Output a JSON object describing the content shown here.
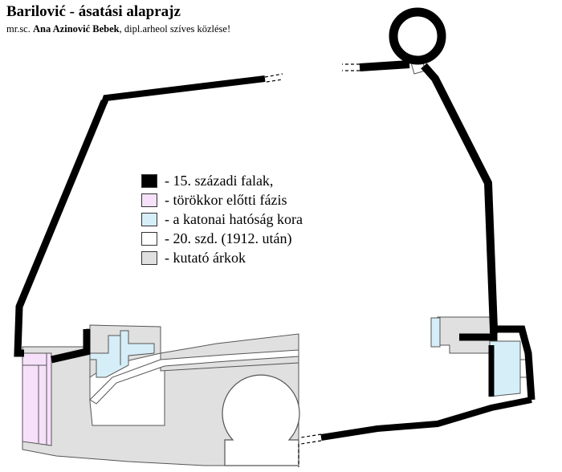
{
  "title": "Barilović - ásatási alaprajz",
  "subtitle": {
    "prefix": "mr.sc. ",
    "author": "Ana Azinović Bebek",
    "suffix": ", dipl.arheol szíves közlése!"
  },
  "legend": [
    {
      "label": "- 15. századi falak,",
      "color": "#000000"
    },
    {
      "label": "- törökkor előtti fázis",
      "color": "#f6e0fa"
    },
    {
      "label": "- a katonai hatóság kora",
      "color": "#d6eef8"
    },
    {
      "label": "- 20. szd. (1912. után)",
      "color": "#ffffff"
    },
    {
      "label": "- kutató árkok",
      "color": "#e0e0e0"
    }
  ],
  "colors": {
    "wall": "#000000",
    "pre_ottoman": "#f6e0fa",
    "military": "#d6eef8",
    "modern": "#ffffff",
    "trench": "#e0e0e0",
    "outline": "#555555"
  }
}
